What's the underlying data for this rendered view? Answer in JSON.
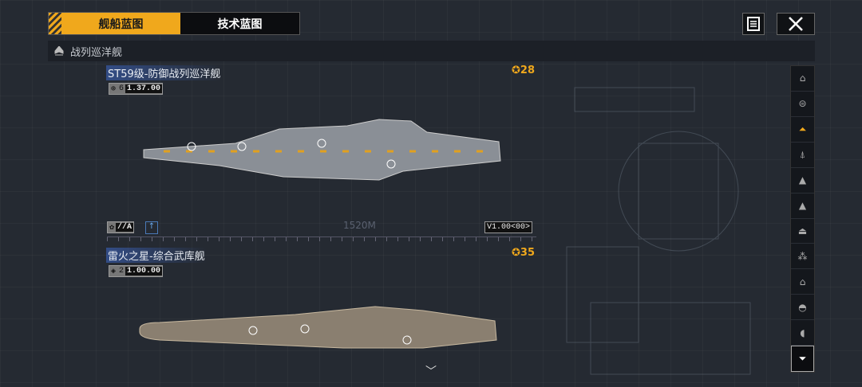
{
  "tabs": [
    {
      "label": "舰船蓝图",
      "active": true
    },
    {
      "label": "技术蓝图",
      "active": false
    }
  ],
  "header": {
    "notes_icon": "document-icon",
    "close_icon": "close-icon"
  },
  "category": {
    "label": "战列巡洋舰",
    "icon": "battlecruiser-icon"
  },
  "ships": [
    {
      "name": "ST59级-防御战列巡洋舰",
      "badge_num": "6",
      "badge_val": "1.37.00",
      "cost": "28",
      "tag": "//A",
      "version": "V1.00<00>",
      "length": "1520M"
    },
    {
      "name": "雷火之星-综合武库舰",
      "badge_num": "2",
      "badge_val": "1.00.00",
      "cost": "35"
    }
  ],
  "sidebar": [
    "carrier",
    "auxiliary",
    "battlecruiser",
    "cruiser",
    "destroyer",
    "frigate",
    "corvette",
    "fighter",
    "hangar",
    "dome",
    "shield",
    "filter"
  ],
  "colors": {
    "accent": "#f0a81c"
  }
}
